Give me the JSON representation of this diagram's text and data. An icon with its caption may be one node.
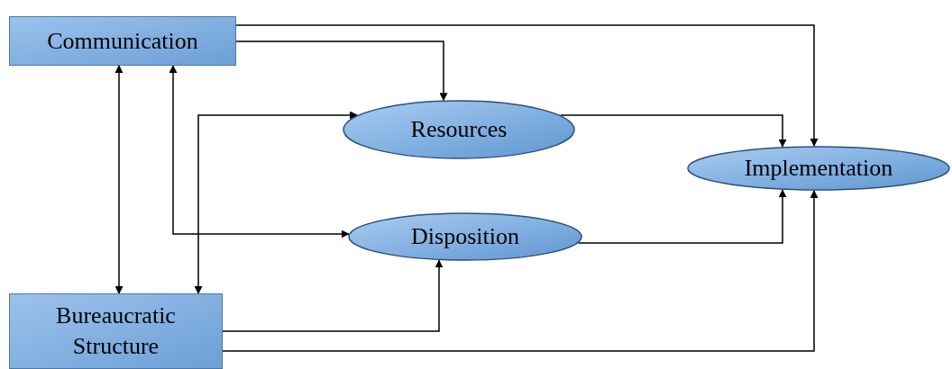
{
  "diagram": {
    "nodes": [
      {
        "text": [
          "Communication"
        ]
      },
      {
        "text": [
          "Resources"
        ]
      },
      {
        "text": [
          "Implementation"
        ]
      },
      {
        "text": [
          "Disposition"
        ]
      },
      {
        "text": [
          "Bureaucratic Structure"
        ]
      }
    ],
    "edges": [
      {
        "from": 0,
        "to": 1,
        "arrow": "to"
      },
      {
        "from": 0,
        "to": 2,
        "arrow": "to"
      },
      {
        "from": 0,
        "to": 4,
        "arrow": "both"
      },
      {
        "from": 0,
        "to": 3,
        "arrow": "both"
      },
      {
        "from": 4,
        "to": 1,
        "arrow": "both"
      },
      {
        "from": 1,
        "to": 2,
        "arrow": "to"
      },
      {
        "from": 3,
        "to": 2,
        "arrow": "to"
      },
      {
        "from": 4,
        "to": 3,
        "arrow": "to"
      },
      {
        "from": 4,
        "to": 2,
        "arrow": "to"
      }
    ]
  }
}
